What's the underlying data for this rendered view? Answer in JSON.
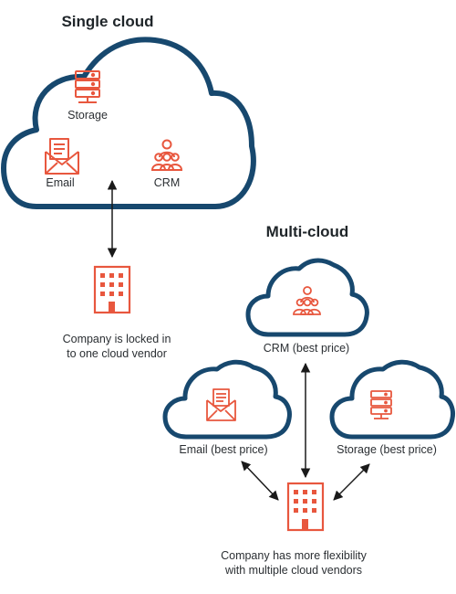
{
  "colors": {
    "cloud_stroke": "#17486e",
    "icon_accent": "#e8573e",
    "arrow": "#1a1a1a",
    "text": "#2b2f33"
  },
  "single_cloud": {
    "title": "Single cloud",
    "services": {
      "storage": {
        "label": "Storage",
        "icon": "server-icon"
      },
      "email": {
        "label": "Email",
        "icon": "envelope-icon"
      },
      "crm": {
        "label": "CRM",
        "icon": "people-icon"
      }
    },
    "building_icon": "building-icon",
    "caption_line1": "Company is locked in",
    "caption_line2": "to one cloud vendor"
  },
  "multi_cloud": {
    "title": "Multi-cloud",
    "crm_label": "CRM (best price)",
    "email_label": "Email (best price)",
    "storage_label": "Storage (best price)",
    "building_icon": "building-icon",
    "caption_line1": "Company has more flexibility",
    "caption_line2": "with multiple cloud vendors"
  }
}
